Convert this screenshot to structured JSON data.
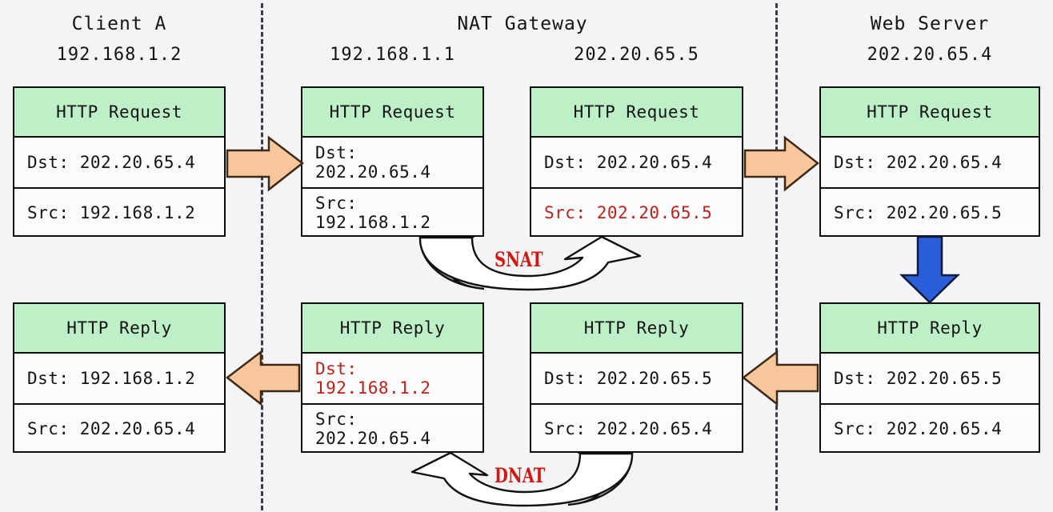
{
  "columns": [
    {
      "name": "Client A",
      "addresses": [
        "192.168.1.2"
      ]
    },
    {
      "name": "NAT Gateway",
      "addresses": [
        "192.168.1.1",
        "202.20.65.5"
      ]
    },
    {
      "name": "Web Server",
      "addresses": [
        "202.20.65.4"
      ]
    }
  ],
  "packets": [
    {
      "id": "client-request",
      "header": "HTTP Request",
      "dst": "Dst: 202.20.65.4",
      "src": "Src: 192.168.1.2",
      "dst_red": false,
      "src_red": false
    },
    {
      "id": "nat-inside-request",
      "header": "HTTP Request",
      "dst": "Dst: 202.20.65.4",
      "src": "Src: 192.168.1.2",
      "dst_red": false,
      "src_red": false
    },
    {
      "id": "nat-outside-request",
      "header": "HTTP Request",
      "dst": "Dst: 202.20.65.4",
      "src": "Src: 202.20.65.5",
      "dst_red": false,
      "src_red": true
    },
    {
      "id": "server-request",
      "header": "HTTP Request",
      "dst": "Dst: 202.20.65.4",
      "src": "Src: 202.20.65.5",
      "dst_red": false,
      "src_red": false
    },
    {
      "id": "client-reply",
      "header": "HTTP Reply",
      "dst": "Dst: 192.168.1.2",
      "src": "Src: 202.20.65.4",
      "dst_red": false,
      "src_red": false
    },
    {
      "id": "nat-inside-reply",
      "header": "HTTP Reply",
      "dst": "Dst: 192.168.1.2",
      "src": "Src: 202.20.65.4",
      "dst_red": true,
      "src_red": false
    },
    {
      "id": "nat-outside-reply",
      "header": "HTTP Reply",
      "dst": "Dst: 202.20.65.5",
      "src": "Src: 202.20.65.4",
      "dst_red": false,
      "src_red": false
    },
    {
      "id": "server-reply",
      "header": "HTTP Reply",
      "dst": "Dst: 202.20.65.5",
      "src": "Src: 202.20.65.4",
      "dst_red": false,
      "src_red": false
    }
  ],
  "translations": [
    {
      "id": "snat",
      "label": "SNAT"
    },
    {
      "id": "dnat",
      "label": "DNAT"
    }
  ],
  "colors": {
    "header_green": "#bdf0c6",
    "arrow_orange": "#f7c69a",
    "arrow_blue": "#2b5fd9",
    "highlight_red": "#c0201c",
    "nat_label_red": "#d4170f",
    "outline": "#0d0d0d",
    "background": "#f4f4f6",
    "curve_gray": "#c6c6c6"
  }
}
